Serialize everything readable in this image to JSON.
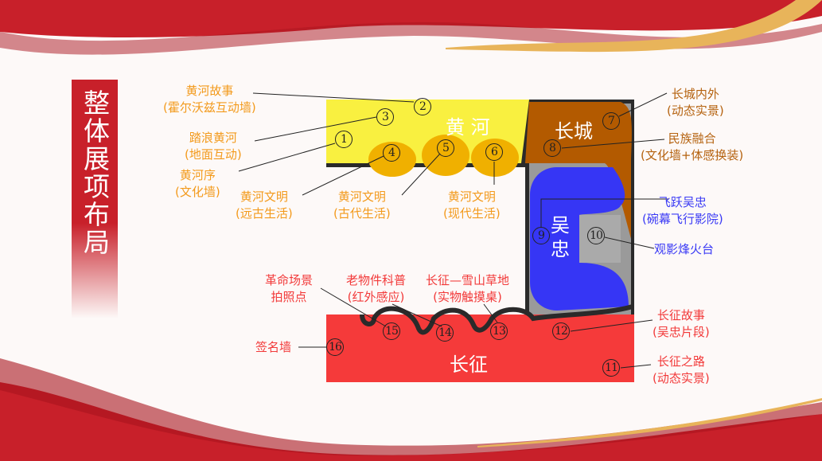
{
  "title": "整体展项布局",
  "zones": {
    "huanghe": "黄 河",
    "changcheng": "长城",
    "wuzhong": "吴忠",
    "changzheng": "长征"
  },
  "labels": [
    {
      "id": "2",
      "lines": [
        "黄河故事",
        "(霍尔沃兹互动墙)"
      ]
    },
    {
      "id": "3",
      "lines": [
        "踏浪黄河",
        "(地面互动)"
      ]
    },
    {
      "id": "1",
      "lines": [
        "黄河序",
        "(文化墙)"
      ]
    },
    {
      "id": "4",
      "lines": [
        "黄河文明",
        "(远古生活)"
      ]
    },
    {
      "id": "5",
      "lines": [
        "黄河文明",
        "(古代生活)"
      ]
    },
    {
      "id": "6",
      "lines": [
        "黄河文明",
        "(现代生活)"
      ]
    },
    {
      "id": "7",
      "lines": [
        "长城内外",
        "(动态实景)"
      ]
    },
    {
      "id": "8",
      "lines": [
        "民族融合",
        "(文化墙+体感换装)"
      ]
    },
    {
      "id": "9",
      "lines": [
        "飞跃吴忠",
        "(碗幕飞行影院)"
      ]
    },
    {
      "id": "10",
      "lines": [
        "观影烽火台"
      ]
    },
    {
      "id": "15",
      "lines": [
        "革命场景",
        "拍照点"
      ]
    },
    {
      "id": "14",
      "lines": [
        "老物件科普",
        "(红外感应)"
      ]
    },
    {
      "id": "13",
      "lines": [
        "长征—雪山草地",
        "(实物触摸桌)"
      ]
    },
    {
      "id": "12",
      "lines": [
        "长征故事",
        "(吴忠片段)"
      ]
    },
    {
      "id": "16",
      "lines": [
        "签名墙"
      ]
    },
    {
      "id": "11",
      "lines": [
        "长征之路",
        "(动态实景)"
      ]
    }
  ],
  "numbers": [
    "1",
    "2",
    "3",
    "4",
    "5",
    "6",
    "7",
    "8",
    "9",
    "10",
    "11",
    "12",
    "13",
    "14",
    "15",
    "16"
  ],
  "colors": {
    "huanghe": "#f9f040",
    "huanghe_label": "#f39a1c",
    "changcheng": "#b35a00",
    "wuzhong": "#3636f5",
    "changzheng": "#f53a3a",
    "wall": "#2a2a2a",
    "accent": "#c8202a"
  }
}
